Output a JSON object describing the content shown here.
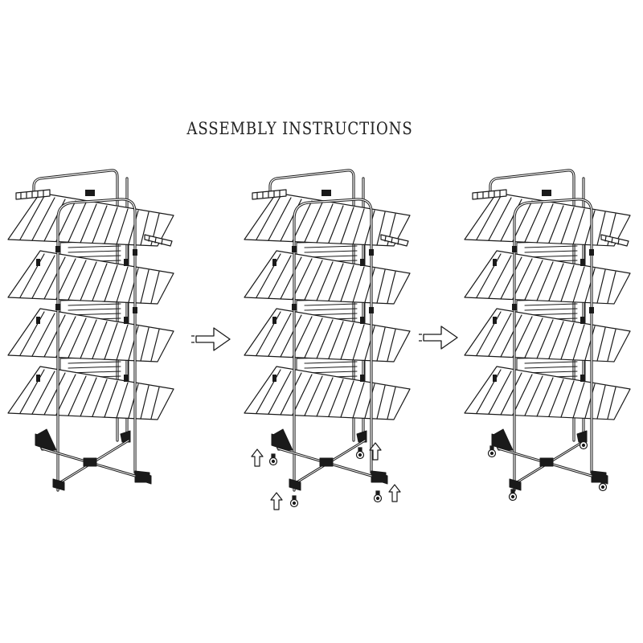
{
  "title": "ASSEMBLY INSTRUCTIONS",
  "steps": [
    {
      "name": "rack-without-wheels",
      "wheels_attached": false
    },
    {
      "name": "attach-wheels",
      "wheels_attached": false,
      "insert_arrows": 4
    },
    {
      "name": "rack-with-wheels",
      "wheels_attached": true
    }
  ],
  "next_arrows": 2,
  "shelves_per_rack": 4,
  "colors": {
    "line": "#1a1a1a",
    "shelf_fill": "#ffffff",
    "background": "#ffffff"
  }
}
